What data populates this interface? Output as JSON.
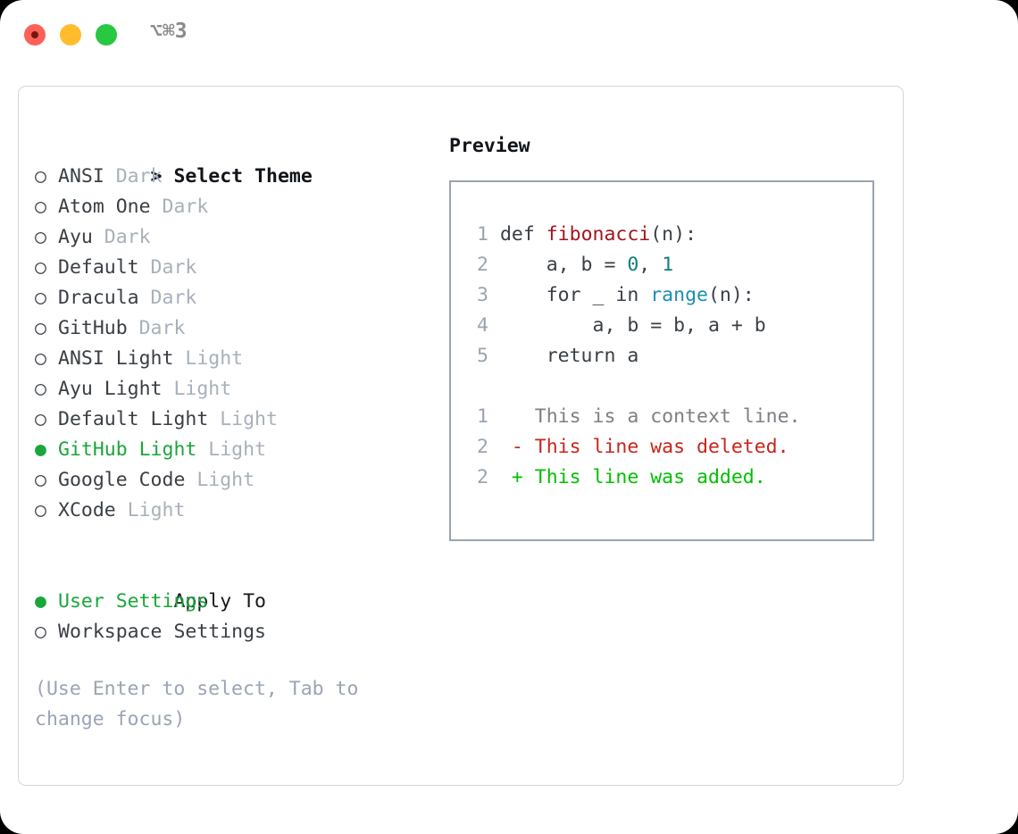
{
  "titlebar": {
    "shortcut": "⌥⌘3",
    "buttons": [
      "close",
      "minimize",
      "zoom"
    ]
  },
  "left": {
    "header": {
      "marker": ">",
      "label": "Select Theme"
    },
    "themes": [
      {
        "marker": "○",
        "name": "ANSI",
        "tag": "Dark",
        "selected": false
      },
      {
        "marker": "○",
        "name": "Atom One",
        "tag": "Dark",
        "selected": false
      },
      {
        "marker": "○",
        "name": "Ayu",
        "tag": "Dark",
        "selected": false
      },
      {
        "marker": "○",
        "name": "Default",
        "tag": "Dark",
        "selected": false
      },
      {
        "marker": "○",
        "name": "Dracula",
        "tag": "Dark",
        "selected": false
      },
      {
        "marker": "○",
        "name": "GitHub",
        "tag": "Dark",
        "selected": false
      },
      {
        "marker": "○",
        "name": "ANSI Light",
        "tag": "Light",
        "selected": false
      },
      {
        "marker": "○",
        "name": "Ayu Light",
        "tag": "Light",
        "selected": false
      },
      {
        "marker": "○",
        "name": "Default Light",
        "tag": "Light",
        "selected": false
      },
      {
        "marker": "●",
        "name": "GitHub Light",
        "tag": "Light",
        "selected": true
      },
      {
        "marker": "○",
        "name": "Google Code",
        "tag": "Light",
        "selected": false
      },
      {
        "marker": "○",
        "name": "XCode",
        "tag": "Light",
        "selected": false
      }
    ],
    "apply_to": {
      "label": "Apply To",
      "options": [
        {
          "marker": "●",
          "name": "User Settings",
          "selected": true
        },
        {
          "marker": "○",
          "name": "Workspace Settings",
          "selected": false
        }
      ]
    },
    "hint": "(Use Enter to select, Tab to change focus)"
  },
  "right": {
    "title": "Preview",
    "code_lines": [
      {
        "no": "1",
        "parts": [
          {
            "text": "def ",
            "kind": "plain"
          },
          {
            "text": "fibonacci",
            "kind": "fn"
          },
          {
            "text": "(n):",
            "kind": "plain"
          }
        ]
      },
      {
        "no": "2",
        "parts": [
          {
            "text": "    a, b = ",
            "kind": "plain"
          },
          {
            "text": "0",
            "kind": "num"
          },
          {
            "text": ", ",
            "kind": "plain"
          },
          {
            "text": "1",
            "kind": "num"
          }
        ]
      },
      {
        "no": "3",
        "parts": [
          {
            "text": "    for _ in ",
            "kind": "plain"
          },
          {
            "text": "range",
            "kind": "call"
          },
          {
            "text": "(n):",
            "kind": "plain"
          }
        ]
      },
      {
        "no": "4",
        "parts": [
          {
            "text": "        a, b = b, a + b",
            "kind": "plain"
          }
        ]
      },
      {
        "no": "5",
        "parts": [
          {
            "text": "    return a",
            "kind": "plain"
          }
        ]
      }
    ],
    "diff_lines": [
      {
        "no": "1",
        "sign": "  ",
        "text": "This is a context line.",
        "kind": "ctx"
      },
      {
        "no": "2",
        "sign": "- ",
        "text": "This line was deleted.",
        "kind": "del"
      },
      {
        "no": "2",
        "sign": "+ ",
        "text": "This line was added.",
        "kind": "add"
      }
    ]
  },
  "colors": {
    "accent_green": "#1aa63b",
    "diff_add": "#00c000",
    "diff_del": "#c9241a",
    "fn_red": "#a3151c",
    "number_teal": "#0d8080",
    "call_blue": "#1a8fb5",
    "muted": "#a8b0bb",
    "border": "#9aa4b0"
  }
}
